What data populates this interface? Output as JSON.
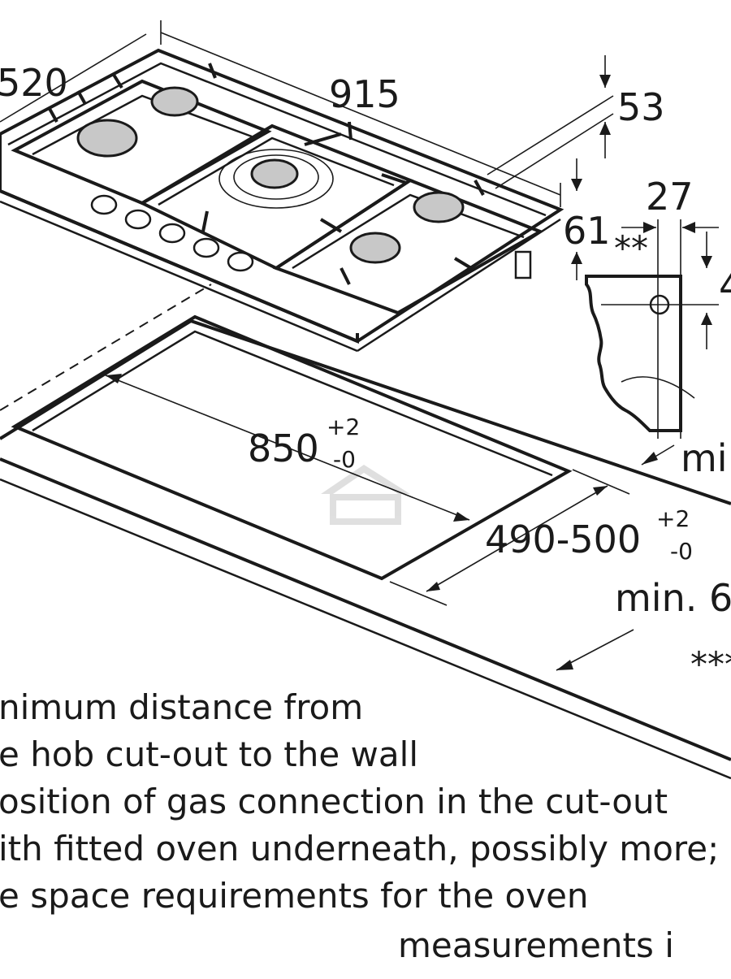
{
  "dimensions": {
    "depth": "520",
    "width": "915",
    "height_total": "53",
    "height_top": "61",
    "gas_offset": "27",
    "gas_height_partial": "4",
    "gas_marker": "**",
    "cutout_width": "850",
    "cutout_width_tol_plus": "+2",
    "cutout_width_tol_minus": "-0",
    "cutout_depth": "490-500",
    "cutout_depth_tol_plus": "+2",
    "cutout_depth_tol_minus": "-0",
    "min_front_partial": "min. 6",
    "min_wall_partial": "mi",
    "oven_marker_partial": "***"
  },
  "notes": [
    "nimum distance from",
    "e hob cut-out to the wall",
    "osition of gas connection in the cut-out",
    "ith fitted oven underneath, possibly more;",
    "e space requirements for the oven"
  ],
  "footer": "measurements i",
  "colors": {
    "line": "#1a1a1a",
    "burner_fill": "#c8c8c8",
    "background": "#ffffff"
  }
}
